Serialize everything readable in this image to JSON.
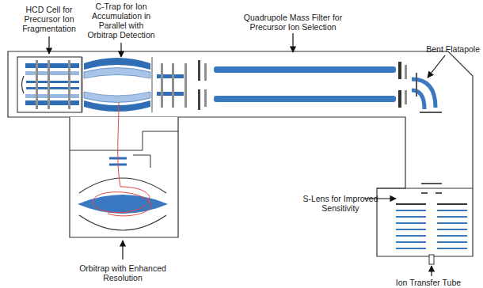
{
  "diagram": {
    "labels": [
      "HCD Cell for Precursor Ion Fragmentation",
      "C-Trap for Ion Accumulation in Parallel with Orbitrap Detection",
      "Quadrupole Mass Filter for Precursor Ion Selection",
      "Bent Flatapole",
      "S-Lens for Improved Sensitivity",
      "Orbitrap with Enhanced Resolution",
      "Ion Transfer Tube"
    ]
  }
}
